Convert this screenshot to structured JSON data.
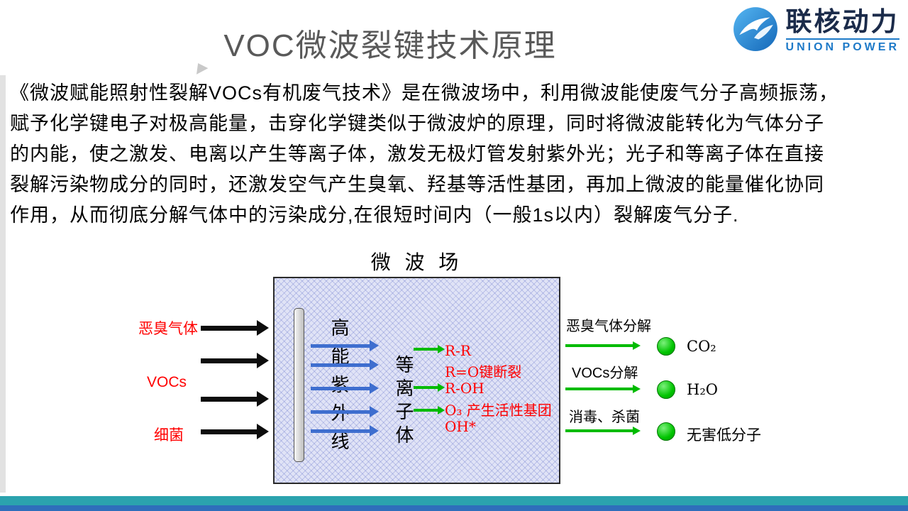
{
  "slide": {
    "title": "VOC微波裂键技术原理",
    "logo": {
      "brand": "联核动力",
      "brand_en": "UNION POWER"
    },
    "intro_lines": [
      "《微波赋能照射性裂解VOCs有机废气技术》是在微波场中，利用微波能使废气分子高频振荡，",
      "赋予化学键电子对极高能量，击穿化学键类似于微波炉的原理，同时将微波能转化为气体分子",
      "的内能，使之激发、电离以产生等离子体，激发无极灯管发射紫外光；光子和等离子体在直接",
      "裂解污染物成分的同时，还激发空气产生臭氧、羟基等活性基团，再加上微波的能量催化协同",
      "作用，从而彻底分解气体中的污染成分,在很短时间内（一般1s以内）裂解废气分子."
    ]
  },
  "diagram": {
    "field_label": "微 波 场",
    "inputs": [
      "恶臭气体",
      "VOCs",
      "细菌"
    ],
    "uv_lamp_label": "高能紫外线",
    "plasma_label": "等离子体",
    "reactions": [
      "R-R",
      "R=O键断裂",
      "R-OH",
      "O₃ 产生活性基团",
      "OH*"
    ],
    "outputs": [
      {
        "process": "恶臭气体分解",
        "product": "CO₂"
      },
      {
        "process": "VOCs分解",
        "product": "H₂O"
      },
      {
        "process": "消毒、杀菌",
        "product": "无害低分子"
      }
    ]
  },
  "colors": {
    "title_gray": "#595959",
    "input_red": "#FF0000",
    "uv_arrow_blue": "#3E6ECF",
    "plasma_green": "#00BB00",
    "product_green": "#00C400",
    "footer_teal": "#2BA3AE",
    "footer_blue": "#2F6EBB",
    "logo_blue": "#1E7AC8"
  }
}
